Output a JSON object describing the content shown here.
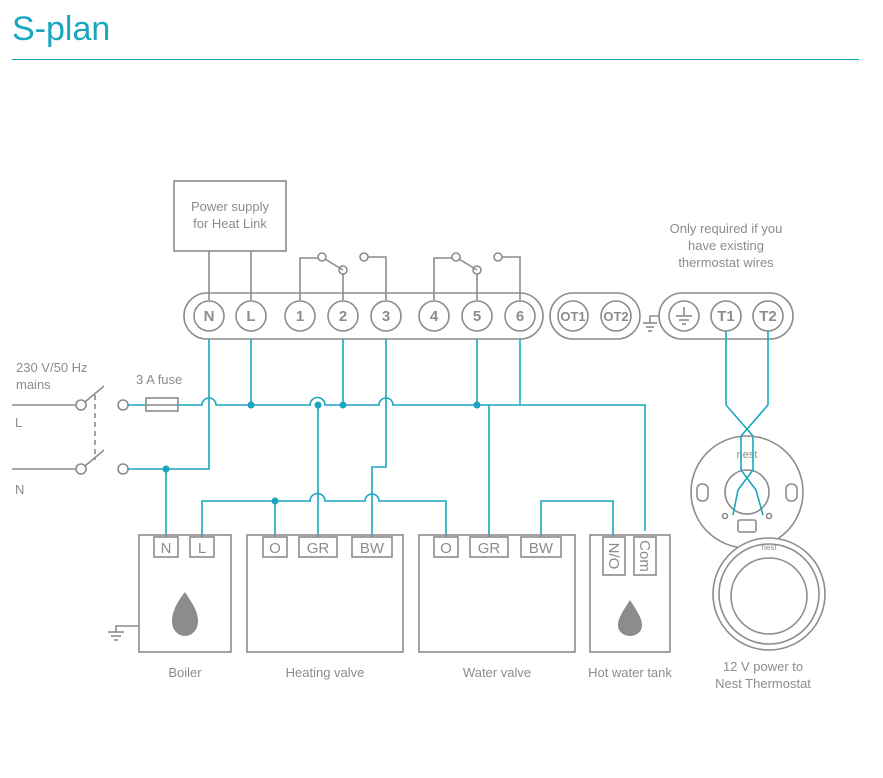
{
  "title": "S-plan",
  "power_supply": [
    "Power supply",
    "for Heat Link"
  ],
  "only_required": [
    "Only required if you",
    "have existing",
    "thermostat wires"
  ],
  "mains": [
    "230 V/50 Hz",
    "mains"
  ],
  "fuse": "3 A fuse",
  "line_l": "L",
  "line_n": "N",
  "terminals": {
    "n": "N",
    "l": "L",
    "t1": "1",
    "t2": "2",
    "t3": "3",
    "t4": "4",
    "t5": "5",
    "t6": "6",
    "ot1": "OT1",
    "ot2": "OT2",
    "therm_t1": "T1",
    "therm_t2": "T2"
  },
  "boiler": {
    "label": "Boiler",
    "n": "N",
    "l": "L"
  },
  "heating_valve": {
    "label": "Heating valve",
    "o": "O",
    "gr": "GR",
    "bw": "BW"
  },
  "water_valve": {
    "label": "Water valve",
    "o": "O",
    "gr": "GR",
    "bw": "BW"
  },
  "hot_water_tank": {
    "label": "Hot water tank",
    "no": "N/O",
    "com": "Com"
  },
  "nest_brand": "nest",
  "nest_power": [
    "12 V power to",
    "Nest Thermostat"
  ],
  "colors": {
    "accent": "#1aa6bf",
    "grey": "#8c8c8c"
  }
}
